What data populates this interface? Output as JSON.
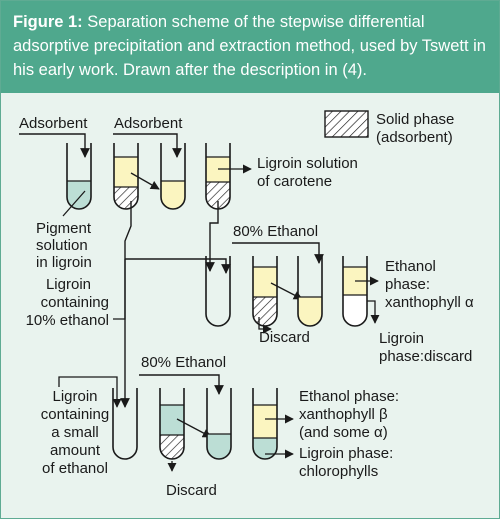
{
  "caption": {
    "label": "Figure 1:",
    "text": "Separation scheme of the stepwise differential adsorptive precipitation and extraction method, used by Tswett in his early work. Drawn after the description in (4)."
  },
  "legend": {
    "line1": "Solid phase",
    "line2": "(adsorbent)"
  },
  "labels": {
    "adsorbent_1": "Adsorbent",
    "adsorbent_2": "Adsorbent",
    "pigment_1": "Pigment",
    "pigment_2": "solution",
    "pigment_3": "in ligroin",
    "carotene_1": "Ligroin solution",
    "carotene_2": "of carotene",
    "ethanol80_top": "80% Ethanol",
    "ligroin10_1": "Ligroin",
    "ligroin10_2": "containing",
    "ligroin10_3": "10% ethanol",
    "ethanol_phase_1": "Ethanol",
    "ethanol_phase_2": "phase:",
    "ethanol_phase_3": "xanthophyll α",
    "discard_1": "Discard",
    "ligroin_discard_1": "Ligroin",
    "ligroin_discard_2": "phase:discard",
    "ethanol80_bottom": "80% Ethanol",
    "ligroin_small_1": "Ligroin",
    "ligroin_small_2": "containing",
    "ligroin_small_3": "a small",
    "ligroin_small_4": "amount",
    "ligroin_small_5": "of ethanol",
    "eth_beta_1": "Ethanol phase:",
    "eth_beta_2": "xanthophyll β",
    "eth_beta_3": "(and some α)",
    "chloro_1": "Ligroin phase:",
    "chloro_2": "chlorophylls",
    "discard_2": "Discard"
  },
  "colors": {
    "header": "#4fa88d",
    "background": "#e9f3ee",
    "yellow_fill": "#fbf5c0",
    "green_fill": "#bcded5",
    "stroke": "#1a1a1a"
  }
}
